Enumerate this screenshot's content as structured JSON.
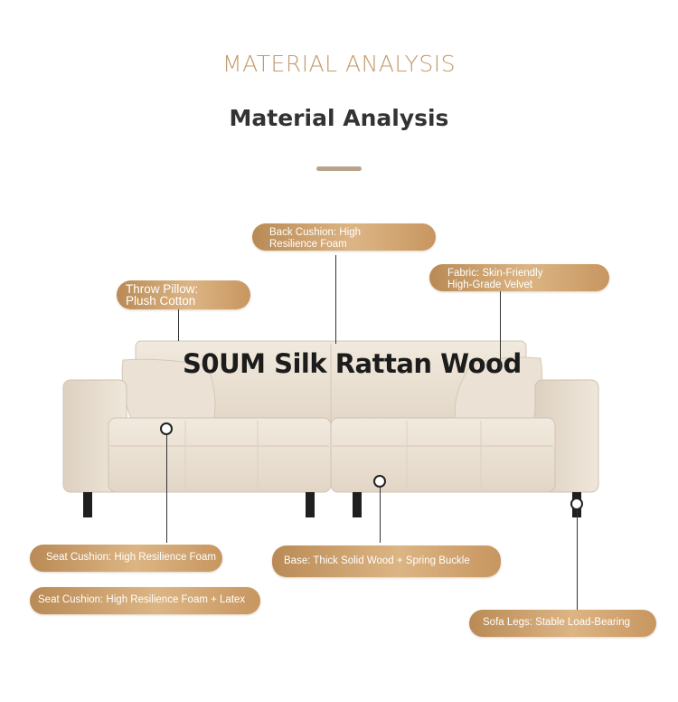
{
  "header": {
    "eyebrow": "MATERIAL ANALYSIS",
    "title": "Material Analysis"
  },
  "product": {
    "brand_overlay": "S0UM Silk Rattan Wood"
  },
  "callouts": {
    "back_cushion": {
      "line1": "Back Cushion: High",
      "line2": "Resilience Foam"
    },
    "throw_pillow": {
      "line1": "Throw Pillow:",
      "line2": "Plush Cotton"
    },
    "fabric": {
      "line1": "Fabric: Skin-Friendly",
      "line2": "High-Grade Velvet"
    },
    "seat_cushion_1": "Seat Cushion:  High Resilience Foam",
    "seat_cushion_2": "Seat Cushion:  High Resilience Foam + Latex",
    "base": "Base: Thick Solid Wood + Spring Buckle",
    "legs": "Sofa Legs: Stable Load-Bearing"
  },
  "colors": {
    "accent": "#c49a6c",
    "pill_gradient_start": "#b98a55",
    "pill_gradient_mid": "#dcb584",
    "title_text": "#333333",
    "fabric": "#ece3d7"
  }
}
